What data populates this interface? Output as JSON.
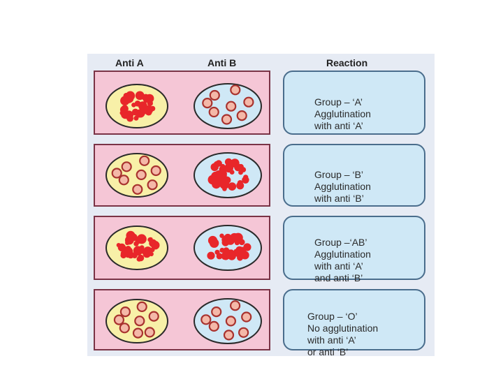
{
  "headers": {
    "anti_a": "Anti A",
    "anti_b": "Anti B",
    "reaction": "Reaction"
  },
  "colors": {
    "dish_a_fill": "#f8f0a8",
    "dish_b_fill": "#cfe8f6",
    "row_fill": "#f5c6d6",
    "row_border": "#7a3346",
    "reaction_fill": "#cfe8f6",
    "reaction_border": "#4a6d8c",
    "agglutination": "#e8262a",
    "cell_fill": "#f4b8a8",
    "cell_ring": "#a8322e"
  },
  "rows": [
    {
      "anti_a_state": "agglutination",
      "anti_b_state": "no-agglutination",
      "lines": [
        "Group – ‘A’",
        "Agglutination",
        "with anti ‘A’"
      ]
    },
    {
      "anti_a_state": "no-agglutination",
      "anti_b_state": "agglutination",
      "lines": [
        "Group – ‘B’",
        "Agglutination",
        "with anti ‘B’"
      ]
    },
    {
      "anti_a_state": "agglutination",
      "anti_b_state": "agglutination",
      "lines": [
        "Group –‘AB’",
        "Agglutination",
        "with anti ‘A’",
        "and anti ‘B’"
      ]
    },
    {
      "anti_a_state": "no-agglutination",
      "anti_b_state": "no-agglutination",
      "lines": [
        "Group – ‘O’",
        "No agglutination",
        "with anti ‘A’",
        "or anti ‘B’"
      ]
    }
  ]
}
